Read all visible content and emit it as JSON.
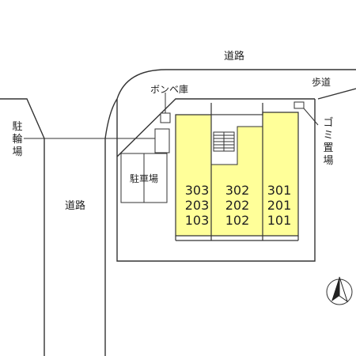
{
  "labels": {
    "road_top": "道路",
    "road_left": "道路",
    "sidewalk": "歩道",
    "gas_cylinder_storage": "ボンベ庫",
    "bicycle_parking": "駐輪場",
    "parking": "駐車場",
    "garbage_area": "ゴミ置場"
  },
  "units": {
    "left": [
      "303",
      "203",
      "103"
    ],
    "middle": [
      "302",
      "202",
      "102"
    ],
    "right": [
      "301",
      "201",
      "101"
    ]
  },
  "colors": {
    "building_fill": "#ffff99",
    "line": "#333333"
  },
  "icons": {
    "compass": "north-arrow-icon"
  }
}
